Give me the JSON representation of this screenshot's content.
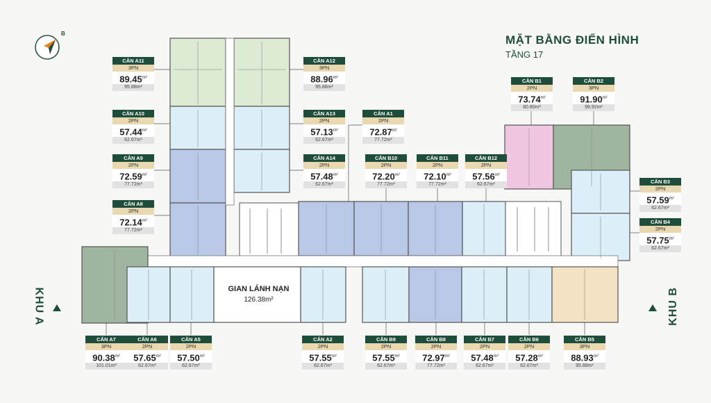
{
  "title": {
    "line1": "MẶT BẰNG ĐIỂN HÌNH",
    "line2": "TẦNG 17"
  },
  "compass": {
    "letter": "B",
    "icon": "compass-icon"
  },
  "zones": {
    "a": "KHU A",
    "b": "KHU B"
  },
  "lobby": {
    "name": "GIAN LÁNH NẠN",
    "area": "126.38",
    "unit": "m²"
  },
  "colors": {
    "dark_green": "#1f4d3b",
    "light_blue": "#dceef7",
    "blue": "#b9c8e6",
    "mint": "#dcebd3",
    "sage": "#9fb59f",
    "pink": "#f0c6e0",
    "tan": "#f3e3c4"
  },
  "units": [
    {
      "id": "a11",
      "name": "CĂN A11",
      "type": "3PN",
      "area": "89.45",
      "gross": "95.88m²"
    },
    {
      "id": "a10",
      "name": "CĂN A10",
      "type": "2PN",
      "area": "57.44",
      "gross": "62.67m²"
    },
    {
      "id": "a9",
      "name": "CĂN A9",
      "type": "2PN",
      "area": "72.59",
      "gross": "77.72m²"
    },
    {
      "id": "a8",
      "name": "CĂN A8",
      "type": "2PN",
      "area": "72.14",
      "gross": "77.72m²"
    },
    {
      "id": "a12",
      "name": "CĂN A12",
      "type": "3PN",
      "area": "88.96",
      "gross": "95.88m²"
    },
    {
      "id": "a13",
      "name": "CĂN A13",
      "type": "2PN",
      "area": "57.13",
      "gross": "62.67m²"
    },
    {
      "id": "a14",
      "name": "CĂN A14",
      "type": "2PN",
      "area": "57.48",
      "gross": "62.67m²"
    },
    {
      "id": "a1",
      "name": "CĂN A1",
      "type": "2PN",
      "area": "72.87",
      "gross": "77.72m²"
    },
    {
      "id": "b10",
      "name": "CĂN B10",
      "type": "2PN",
      "area": "72.20",
      "gross": "77.72m²"
    },
    {
      "id": "b11",
      "name": "CĂN B11",
      "type": "2PN",
      "area": "72.10",
      "gross": "77.72m²"
    },
    {
      "id": "b12",
      "name": "CĂN B12",
      "type": "2PN",
      "area": "57.56",
      "gross": "62.67m²"
    },
    {
      "id": "b1",
      "name": "CĂN B1",
      "type": "2PN",
      "area": "73.74",
      "gross": "80.80m²"
    },
    {
      "id": "b2",
      "name": "CĂN B2",
      "type": "3PN",
      "area": "91.90",
      "gross": "99.92m²"
    },
    {
      "id": "b3",
      "name": "CĂN B3",
      "type": "2PN",
      "area": "57.59",
      "gross": "62.67m²"
    },
    {
      "id": "b4",
      "name": "CĂN B4",
      "type": "2PN",
      "area": "57.75",
      "gross": "62.67m²"
    },
    {
      "id": "a7",
      "name": "CĂN A7",
      "type": "3PN",
      "area": "90.38",
      "gross": "101.01m²"
    },
    {
      "id": "a6",
      "name": "CĂN A6",
      "type": "2PN",
      "area": "57.65",
      "gross": "62.67m²"
    },
    {
      "id": "a5",
      "name": "CĂN A5",
      "type": "2PN",
      "area": "57.50",
      "gross": "62.67m²"
    },
    {
      "id": "a2",
      "name": "CĂN A2",
      "type": "2PN",
      "area": "57.55",
      "gross": "62.67m²"
    },
    {
      "id": "b9",
      "name": "CĂN B9",
      "type": "2PN",
      "area": "57.55",
      "gross": "62.67m²"
    },
    {
      "id": "b8",
      "name": "CĂN B8",
      "type": "2PN",
      "area": "72.97",
      "gross": "77.72m²"
    },
    {
      "id": "b7",
      "name": "CĂN B7",
      "type": "2PN",
      "area": "57.48",
      "gross": "62.67m²"
    },
    {
      "id": "b6",
      "name": "CĂN B6",
      "type": "2PN",
      "area": "57.28",
      "gross": "62.67m²"
    },
    {
      "id": "b5",
      "name": "CĂN B5",
      "type": "3PN",
      "area": "88.93",
      "gross": "95.88m²"
    }
  ]
}
